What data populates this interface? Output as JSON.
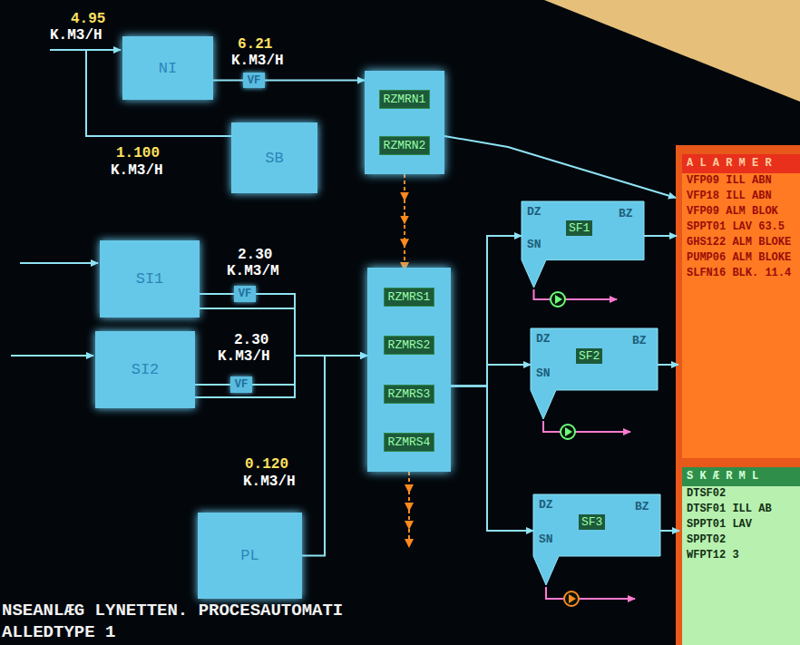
{
  "diagram": {
    "nodes": [
      {
        "text": [
          "NI"
        ]
      },
      {
        "text": [
          "VF"
        ]
      },
      {
        "text": [
          "SB"
        ]
      },
      {
        "text": [
          "RZMRN1",
          "RZMRN2"
        ]
      },
      {
        "text": [
          "SI1"
        ]
      },
      {
        "text": [
          "VF"
        ]
      },
      {
        "text": [
          "SI2"
        ]
      },
      {
        "text": [
          "VF"
        ]
      },
      {
        "text": [
          "RZMRS1",
          "RZMRS2",
          "RZMRS3",
          "RZMRS4"
        ]
      },
      {
        "text": [
          "PL"
        ]
      },
      {
        "text": [
          "DZ",
          "SF1",
          "BZ",
          "SN"
        ]
      },
      {
        "text": [
          "DZ",
          "SF2",
          "BZ",
          "SN"
        ]
      },
      {
        "text": [
          "DZ",
          "SF3",
          "BZ",
          "SN"
        ]
      },
      {
        "text": [
          "A L A R M E R",
          "VFP09 ILL ABN",
          "VFP18 ILL ABN",
          "VFP09 ALM BLOK",
          "SPPT01 LAV 63.5",
          "GHS122 ALM BLOKE",
          "PUMP06 ALM BLOKE",
          "SLFN16 BLK. 11.4"
        ]
      },
      {
        "text": [
          "S K Æ R M L",
          "DTSF02",
          "DTSF01 ILL AB",
          "SPPT01 LAV",
          "SPPT02",
          "WFPT12 3"
        ]
      }
    ],
    "edges": [
      {
        "from": 0,
        "to": 1,
        "arrow": "none"
      },
      {
        "from": 1,
        "to": 3,
        "arrow": "to"
      },
      {
        "from": 3,
        "to": 8,
        "arrow": "to"
      },
      {
        "from": 4,
        "to": 5,
        "arrow": "none"
      },
      {
        "from": 6,
        "to": 7,
        "arrow": "none"
      },
      {
        "from": 5,
        "to": 8,
        "arrow": "to"
      },
      {
        "from": 7,
        "to": 8,
        "arrow": "to"
      },
      {
        "from": 9,
        "to": 8,
        "arrow": "to"
      },
      {
        "from": 8,
        "to": 10,
        "arrow": "to"
      },
      {
        "from": 8,
        "to": 11,
        "arrow": "to"
      },
      {
        "from": 8,
        "to": 12,
        "arrow": "to"
      }
    ],
    "labels": [
      "4.95",
      "K.M3/H",
      "6.21",
      "K.M3/H",
      "1.100",
      "K.M3/H",
      "2.30",
      "K.M3/M",
      "2.30",
      "K.M3/H",
      "0.120",
      "K.M3/H",
      "NSEANLÆG LYNETTEN. PROCESAUTOMATI",
      "ALLEDTYPE 1"
    ]
  }
}
